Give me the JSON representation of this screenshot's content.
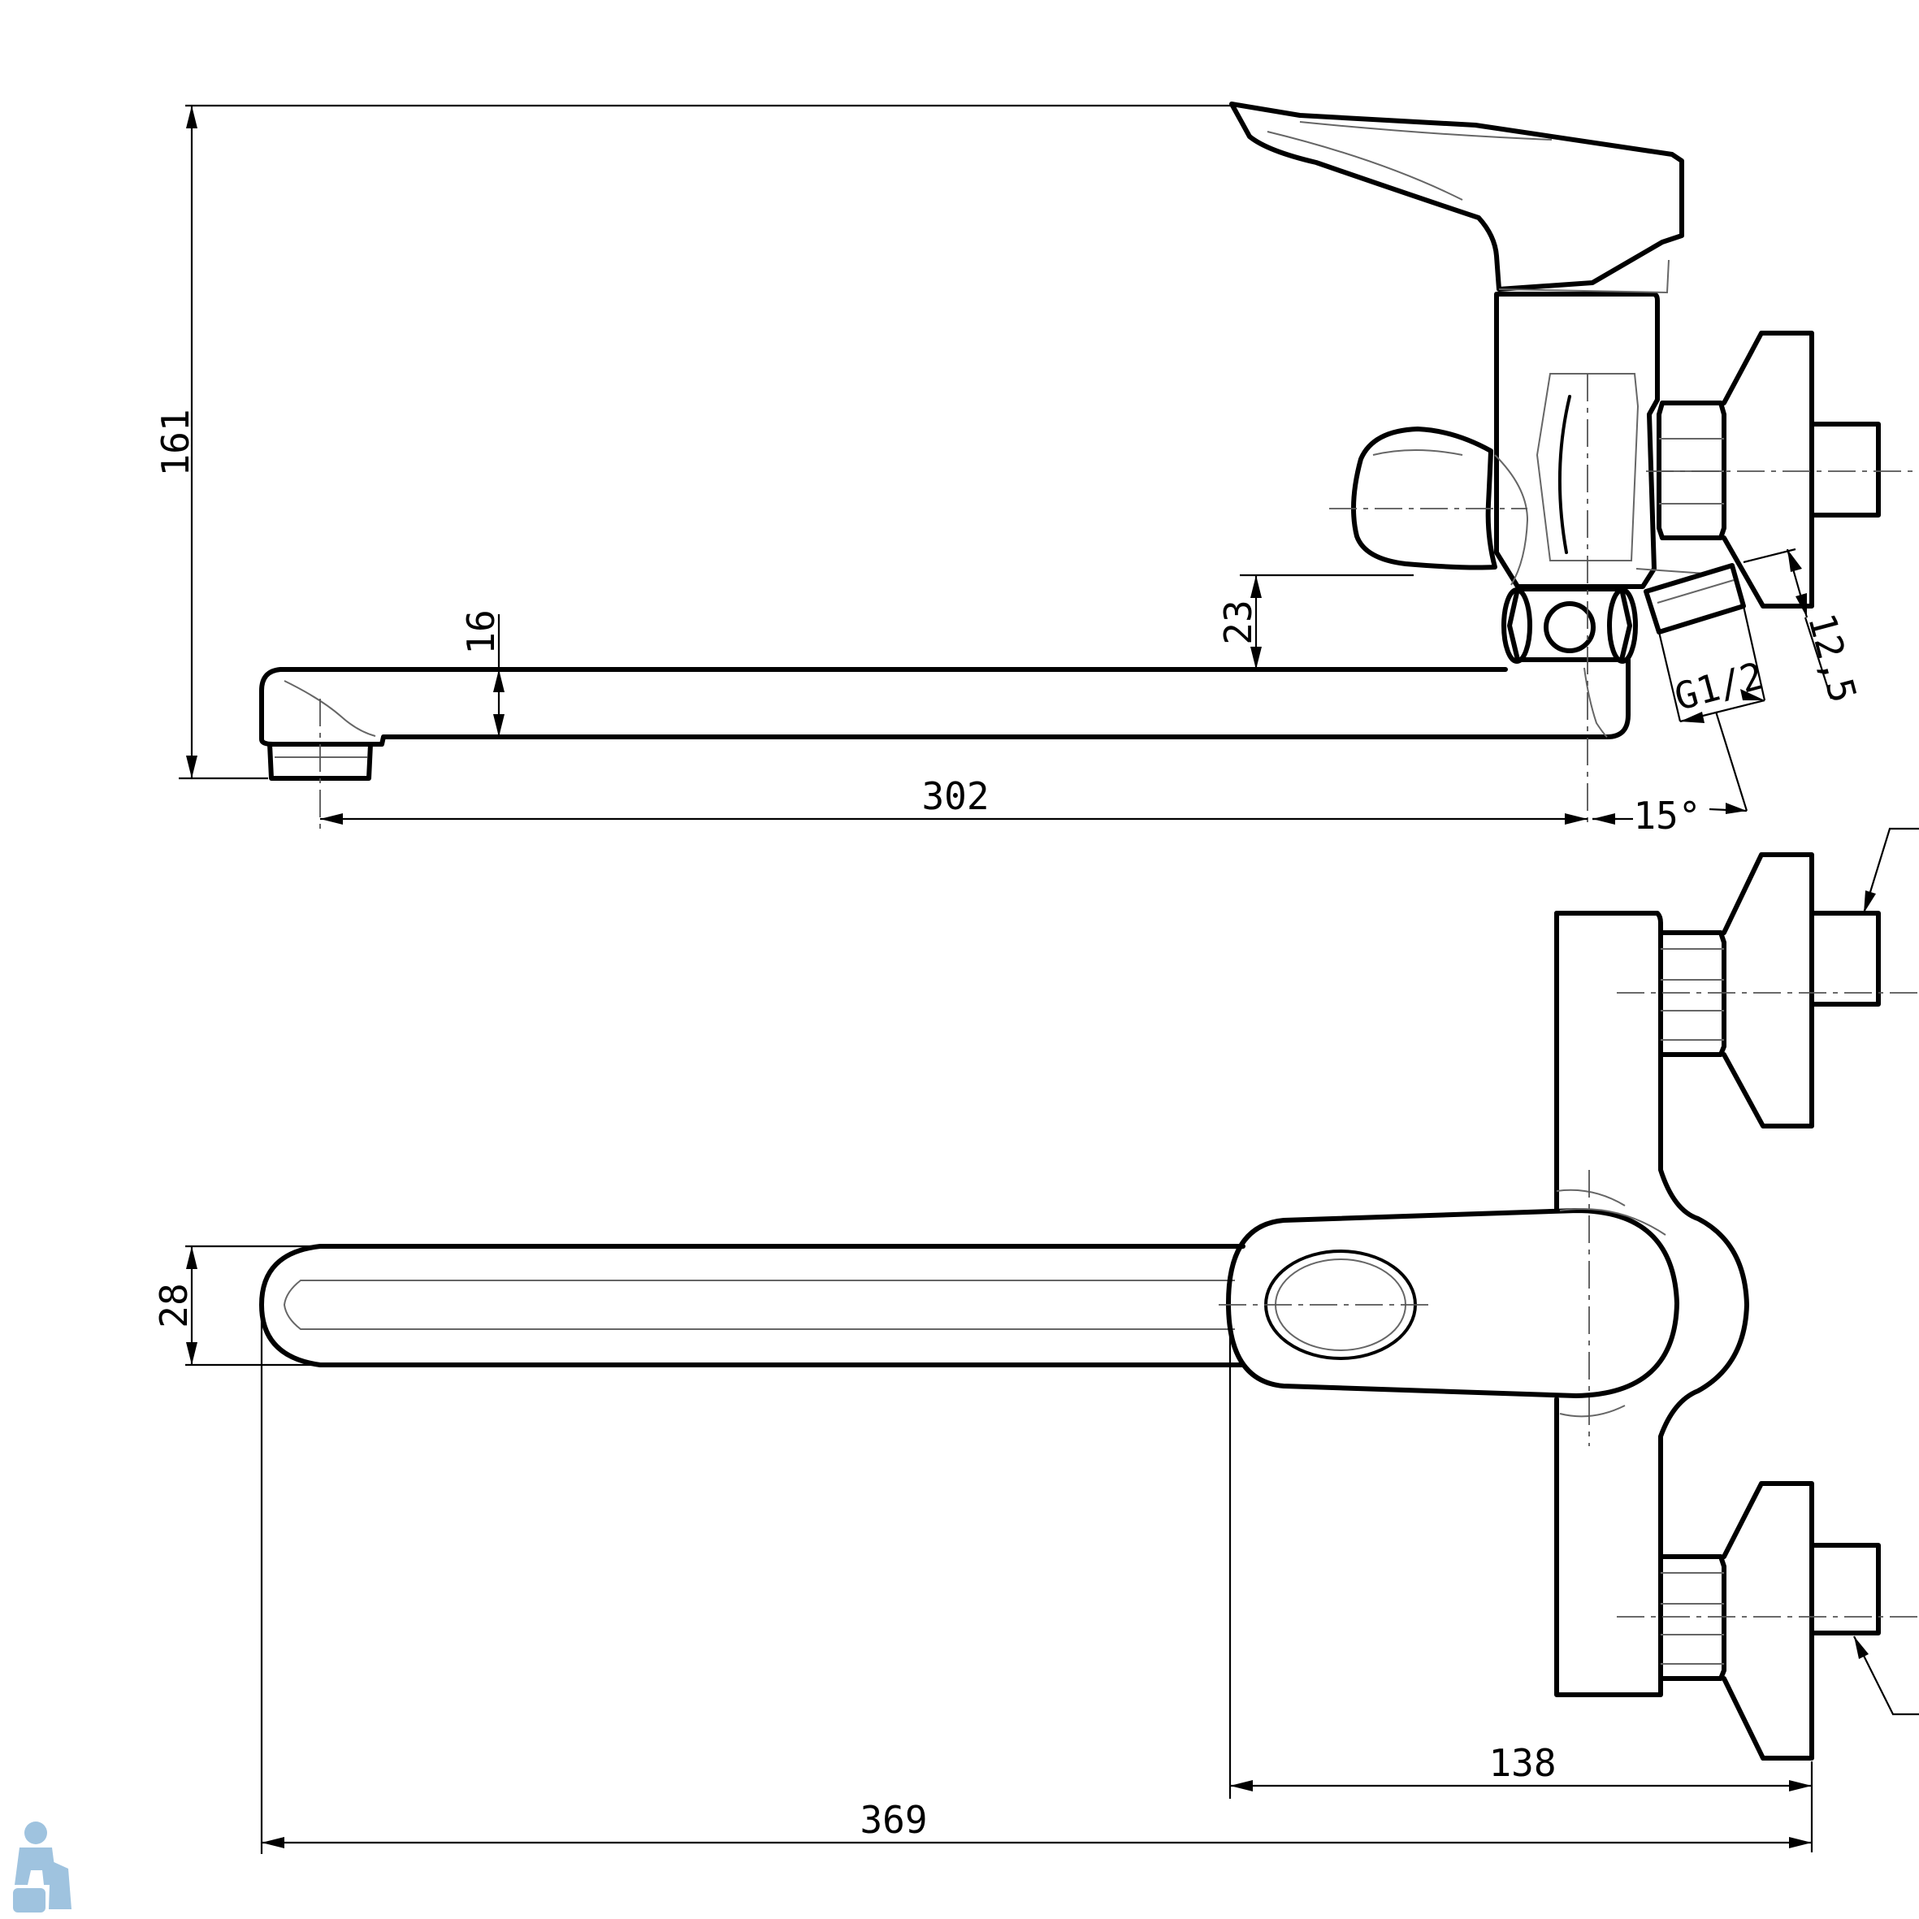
{
  "dimensions": {
    "overall_height": "161",
    "spout_thickness": "16",
    "spout_clearance": "23",
    "spout_reach": "302",
    "thread": "G1/2",
    "nut_size": "12,5",
    "angle": "15°",
    "spout_width": "28",
    "body_to_wall": "138",
    "overall_length": "369"
  },
  "colors": {
    "line": "#000000",
    "background": "#ffffff",
    "watermark": "#9fc3df"
  },
  "icons": {
    "watermark": "plumber-mascot-icon"
  }
}
